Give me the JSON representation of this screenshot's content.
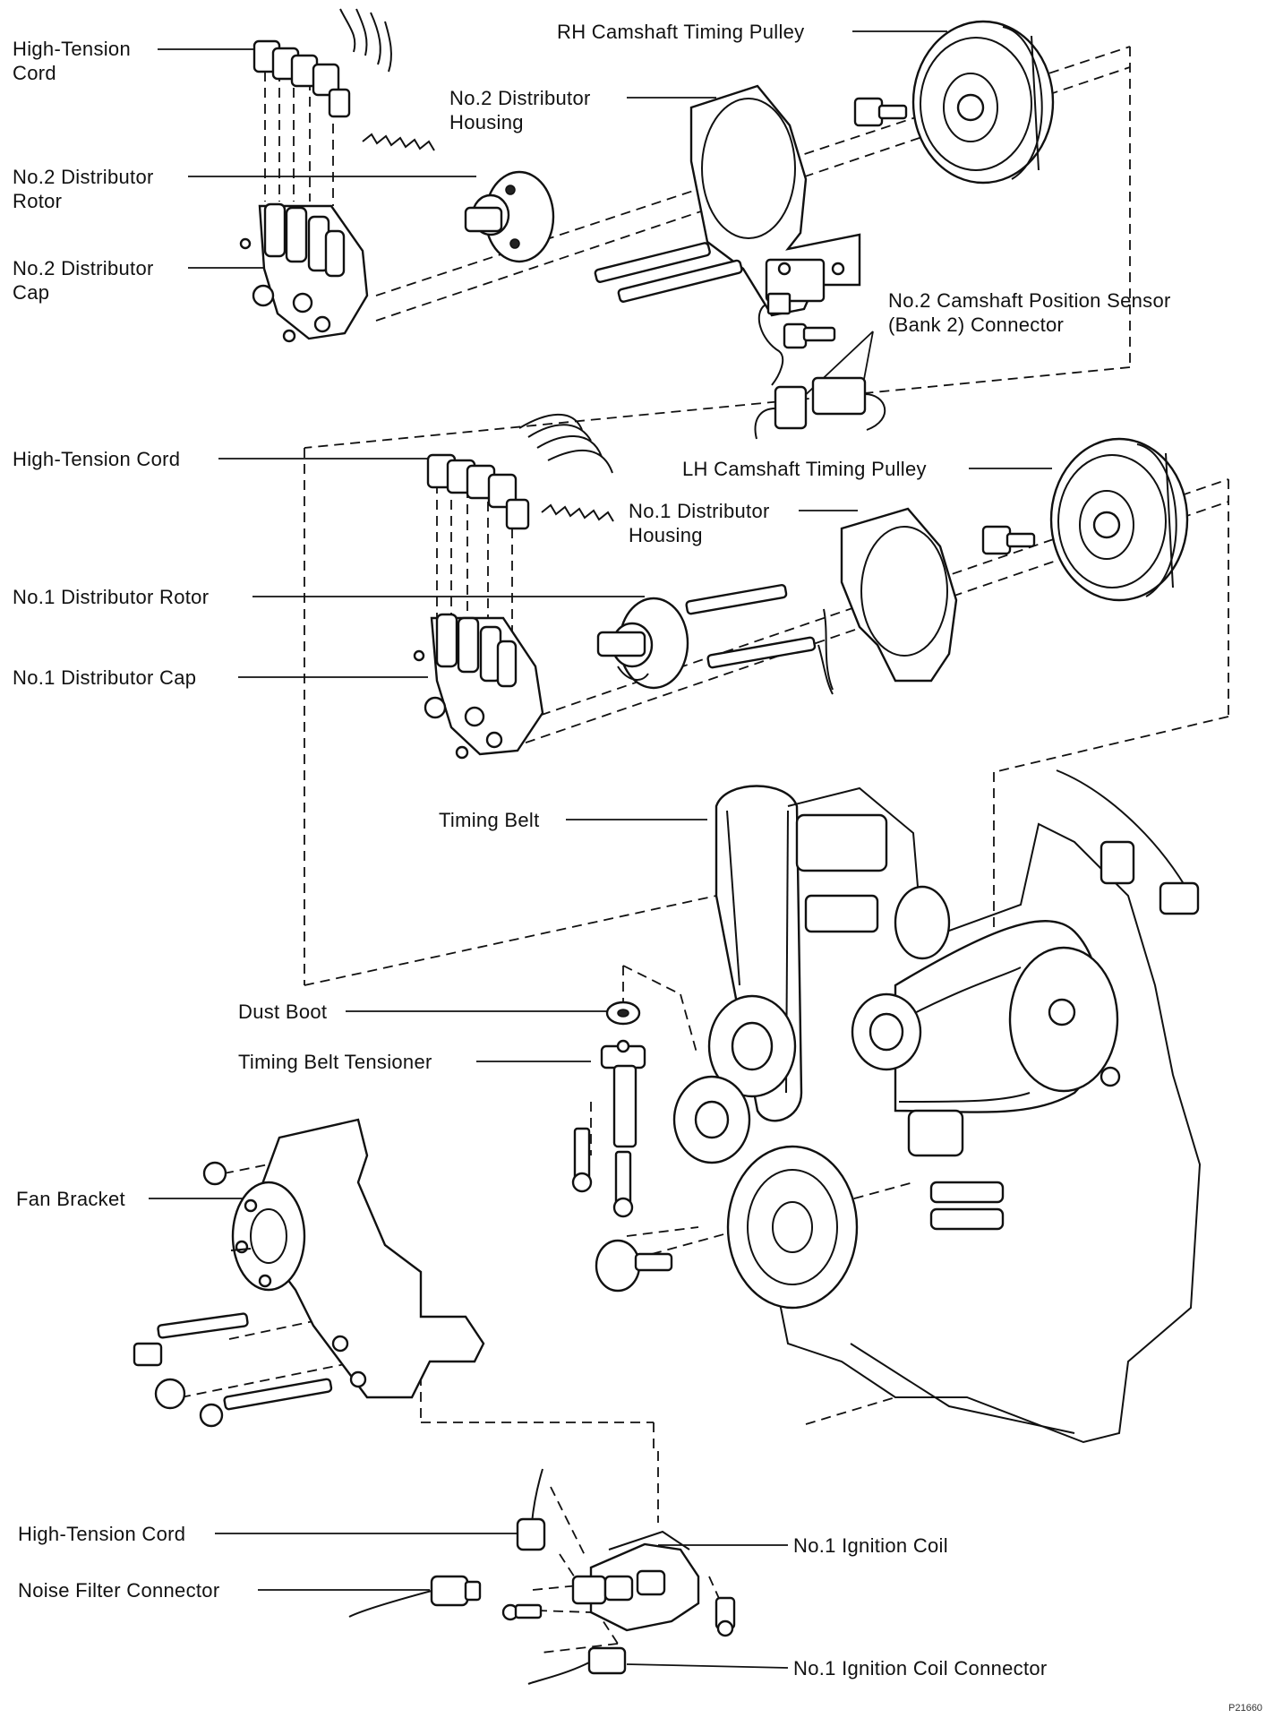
{
  "labels": {
    "ht_cord_top": "High-Tension\nCord",
    "dist2_rotor": "No.2 Distributor\nRotor",
    "dist2_cap": "No.2 Distributor\nCap",
    "dist2_housing": "No.2 Distributor\nHousing",
    "rh_pulley": "RH Camshaft Timing Pulley",
    "cam2_sensor": "No.2 Camshaft Position Sensor\n(Bank 2) Connector",
    "ht_cord_mid": "High-Tension Cord",
    "lh_pulley": "LH Camshaft Timing Pulley",
    "dist1_housing": "No.1 Distributor\nHousing",
    "dist1_rotor": "No.1 Distributor Rotor",
    "dist1_cap": "No.1 Distributor Cap",
    "timing_belt": "Timing Belt",
    "dust_boot": "Dust Boot",
    "belt_tensioner": "Timing Belt Tensioner",
    "fan_bracket": "Fan Bracket",
    "ht_cord_bottom": "High-Tension Cord",
    "ign_coil": "No.1 Ignition Coil",
    "noise_filter": "Noise Filter Connector",
    "ign_coil_conn": "No.1 Ignition Coil Connector"
  },
  "figure_ref": "P21660"
}
